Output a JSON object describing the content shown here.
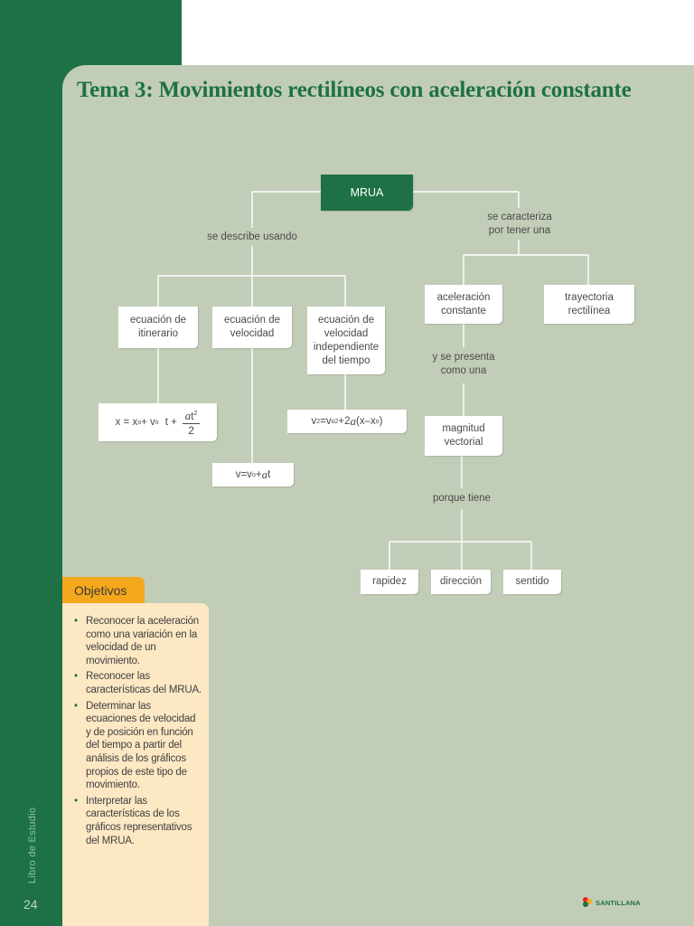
{
  "title": "Tema 3: Movimientos rectilíneos con aceleración constante",
  "map": {
    "root": "MRUA",
    "link_left": "se describe usando",
    "link_right": "se caracteriza\npor tener una",
    "eq_itinerario": "ecuación de\nitinerario",
    "eq_velocidad": "ecuación de\nvelocidad",
    "eq_independiente": "ecuación de\nvelocidad\nindependiente\ndel tiempo",
    "aceleracion": "aceleración\nconstante",
    "trayectoria": "trayectoria\nrectilínea",
    "link_presenta": "y se presenta\ncomo una",
    "magnitud": "magnitud\nvectorial",
    "link_porque": "porque tiene",
    "rapidez": "rapidez",
    "direccion": "dirección",
    "sentido": "sentido"
  },
  "formulas": {
    "itinerario": {
      "lhs": "x = x",
      "sub1": "o",
      "mid": " + v",
      "sub2": "o",
      "t": "t +",
      "num_a": "a",
      "num_t": "t",
      "num_exp": "2",
      "den": "2"
    },
    "independiente": {
      "a": "v",
      "a_sup": "2",
      "b": "=v",
      "b_sub": "o",
      "b_sup": "2",
      "c": "+2",
      "c_i": "a",
      "d": "(x–x",
      "d_sub": "o",
      "e": ")"
    },
    "velocidad": {
      "a": "v=v",
      "a_sub": "o",
      "b": "+",
      "b_i": "a",
      "c": "t"
    }
  },
  "objetivos": {
    "label": "Objetivos",
    "items": [
      "Reconocer la aceleración como una variación en la velocidad de un movimiento.",
      "Reconocer las características del MRUA.",
      "Determinar las ecuaciones de velocidad y de posición en función del tiempo a partir del análisis de los gráficos propios de este tipo de movimiento.",
      "Interpretar las características de los gráficos representativos del MRUA."
    ]
  },
  "footer": {
    "vertical_label": "Libro de Estudio",
    "page_number": "24",
    "logo_text": "SANTILLANA"
  },
  "colors": {
    "brand_green": "#1e7145",
    "panel": "#c2cdb7",
    "orange": "#f5a81c",
    "objectives_bg": "#fde8c4"
  }
}
